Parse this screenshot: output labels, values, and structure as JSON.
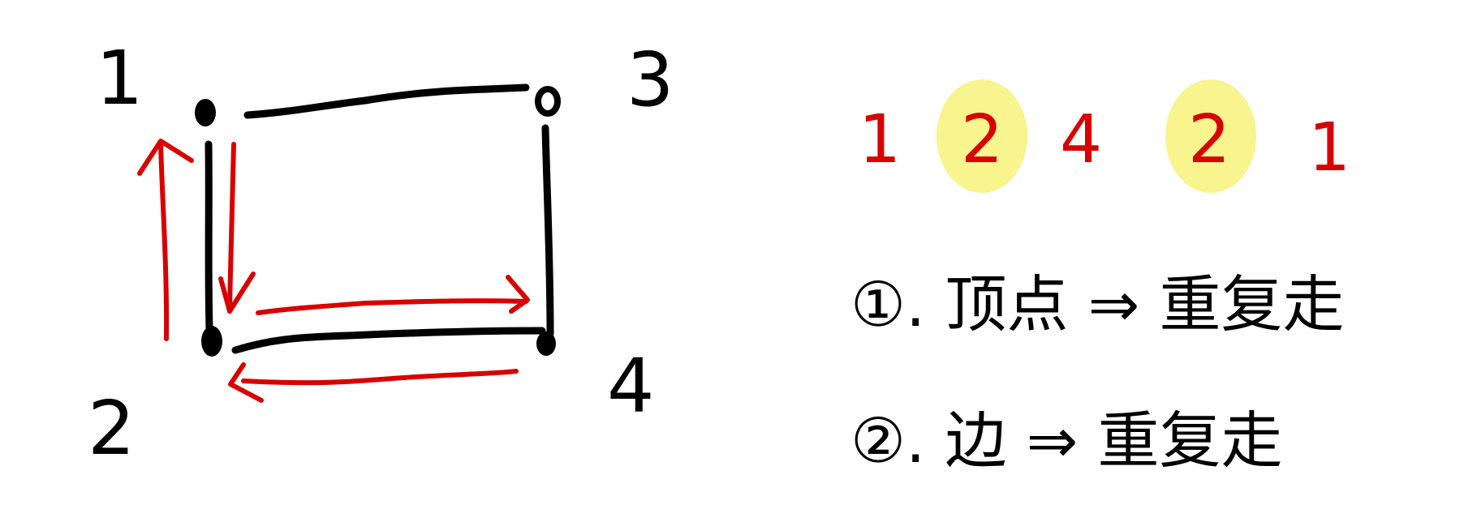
{
  "graph": {
    "vertex_labels": [
      "1",
      "3",
      "2",
      "4"
    ]
  },
  "sequence": {
    "items": [
      "1",
      "2",
      "4",
      "2",
      "1"
    ],
    "highlighted": [
      1,
      3
    ],
    "highlight_color": "#f7f27a",
    "text_color": "#d90000"
  },
  "notes": {
    "line1": "①. 顶点 ⇒ 重复走",
    "line2": "②. 边 ⇒ 重复走"
  },
  "colors": {
    "ink": "#000000",
    "path": "#d90000"
  }
}
